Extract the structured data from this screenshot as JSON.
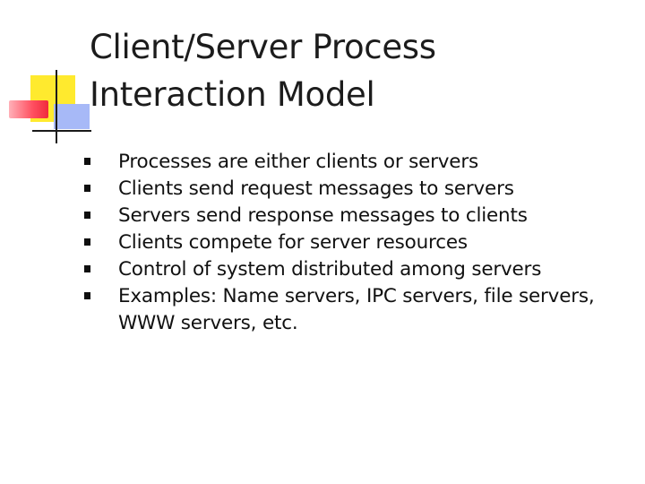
{
  "slide": {
    "title_lines": [
      "Client/Server Process",
      "Interaction Model"
    ],
    "bullets": [
      "Processes are either clients or servers",
      "Clients send request messages to servers",
      "Servers send response messages to clients",
      "Clients compete for server resources",
      "Control of system distributed among servers",
      "Examples:  Name servers, IPC servers, file servers, WWW servers, etc."
    ],
    "colors": {
      "deco_yellow": "#ffea2e",
      "deco_red": "#f02a3c",
      "deco_blue": "#a7b9f7",
      "text": "#111111"
    },
    "bullet_marker_icon": "square-bullet-icon"
  }
}
